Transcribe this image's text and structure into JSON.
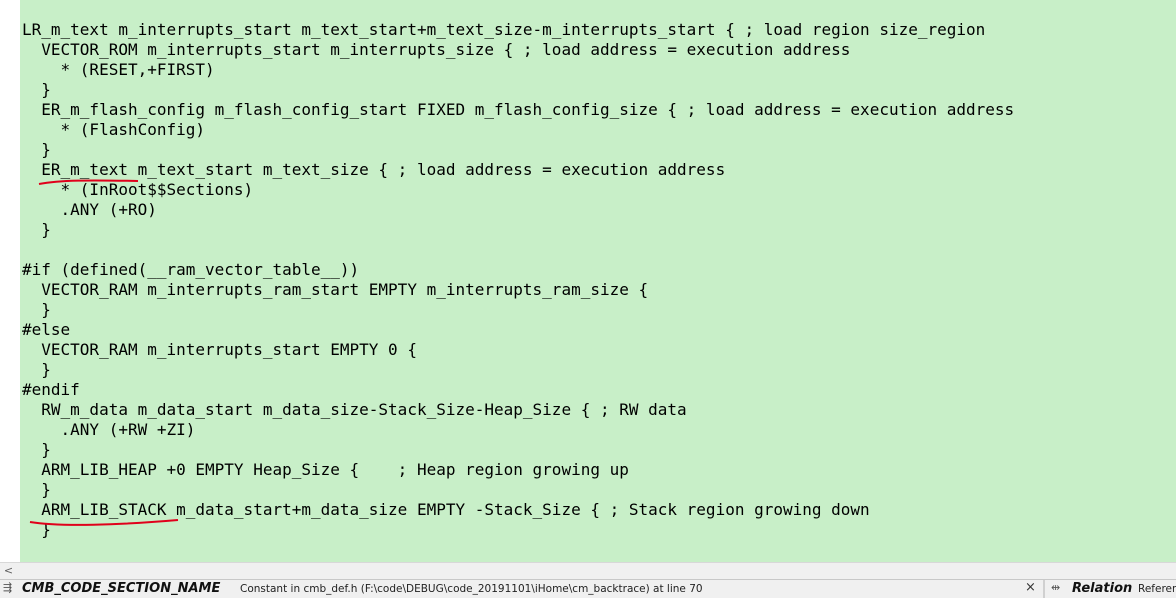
{
  "editor": {
    "lines": [
      "LR_m_text m_interrupts_start m_text_start+m_text_size-m_interrupts_start { ; load region size_region",
      "  VECTOR_ROM m_interrupts_start m_interrupts_size { ; load address = execution address",
      "    * (RESET,+FIRST)",
      "  }",
      "  ER_m_flash_config m_flash_config_start FIXED m_flash_config_size { ; load address = execution address",
      "    * (FlashConfig)",
      "  }",
      "  ER_m_text m_text_start m_text_size { ; load address = execution address",
      "    * (InRoot$$Sections)",
      "    .ANY (+RO)",
      "  }",
      "",
      "#if (defined(__ram_vector_table__))",
      "  VECTOR_RAM m_interrupts_ram_start EMPTY m_interrupts_ram_size {",
      "  }",
      "#else",
      "  VECTOR_RAM m_interrupts_start EMPTY 0 {",
      "  }",
      "#endif",
      "  RW_m_data m_data_start m_data_size-Stack_Size-Heap_Size { ; RW data",
      "    .ANY (+RW +ZI)",
      "  }",
      "  ARM_LIB_HEAP +0 EMPTY Heap_Size {    ; Heap region growing up",
      "  }",
      "  ARM_LIB_STACK m_data_start+m_data_size EMPTY -Stack_Size { ; Stack region growing down",
      "  }"
    ],
    "background_color": "#c8efc8",
    "annotation_color": "#e0001b"
  },
  "scrollbar": {
    "left_arrow": "<"
  },
  "statusbar": {
    "symbol_icon": "symbol-panel-icon",
    "symbol_name": "CMB_CODE_SECTION_NAME",
    "symbol_description": "Constant in cmb_def.h (F:\\code\\DEBUG\\code_20191101\\iHome\\cm_backtrace) at line 70",
    "close_label": "×",
    "relation_icon": "relation-panel-icon",
    "relation_title": "Relation",
    "relation_subtitle": "Referer"
  }
}
